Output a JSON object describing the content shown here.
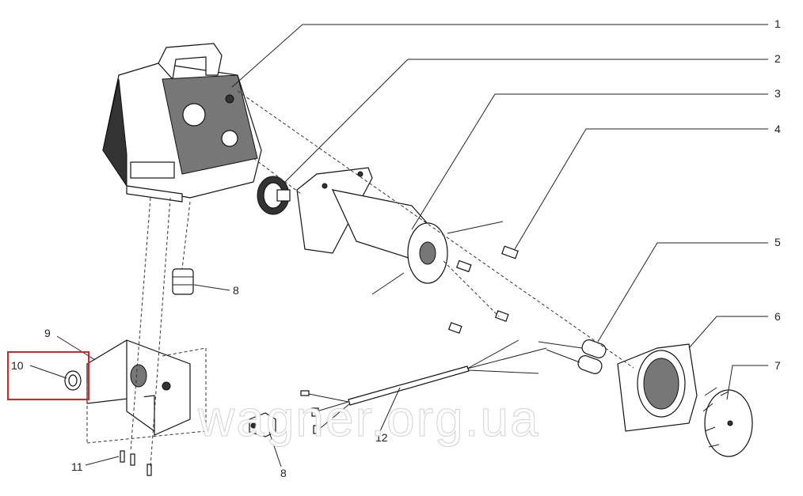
{
  "callouts": [
    {
      "id": "c1",
      "text": "1"
    },
    {
      "id": "c2",
      "text": "2"
    },
    {
      "id": "c3",
      "text": "3"
    },
    {
      "id": "c4",
      "text": "4"
    },
    {
      "id": "c5",
      "text": "5"
    },
    {
      "id": "c6",
      "text": "6"
    },
    {
      "id": "c7",
      "text": "7"
    },
    {
      "id": "c8a",
      "text": "8"
    },
    {
      "id": "c8b",
      "text": "8"
    },
    {
      "id": "c9",
      "text": "9"
    },
    {
      "id": "c10",
      "text": "10"
    },
    {
      "id": "c11",
      "text": "11"
    },
    {
      "id": "c12",
      "text": "12"
    }
  ],
  "watermark": "wagner.org.ua",
  "highlight": {
    "part": "10",
    "color": "#d9242d"
  }
}
